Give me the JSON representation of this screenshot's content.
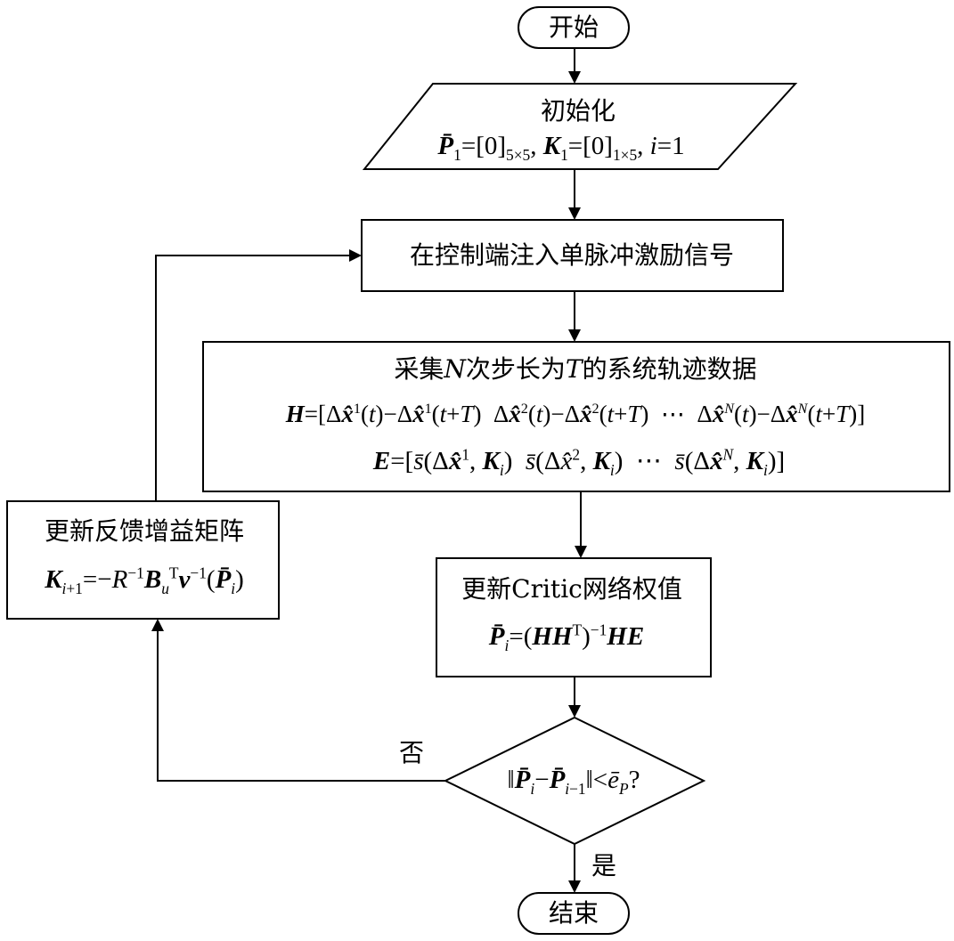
{
  "nodes": {
    "start": "开始",
    "init_title": "初始化",
    "init_formula": "P̄1=[0]5×5, K1=[0]1×5, i=1",
    "inject": "在控制端注入单脉冲激励信号",
    "collect_title": "采集N次步长为T的系统轨迹数据",
    "collect_h": "H=[Δx̂1(t)−Δx̂1(t+T)  Δx̂2(t)−Δx̂2(t+T)  ⋯  Δx̂N(t)−Δx̂N(t+T)]",
    "collect_e": "E=[s̄(Δx̂1, Ki)  s̄(Δx̂2, Ki)  ⋯  s̄(Δx̂N, Ki)]",
    "update_critic_title": "更新Critic网络权值",
    "update_critic_formula": "P̄i=(HHT)−1HE",
    "decision": "‖P̄i−P̄i−1‖<ēP?",
    "update_gain_title": "更新反馈增益矩阵",
    "update_gain_formula": "Ki+1=−R−1BuTν−1(P̄i)",
    "end": "结束"
  },
  "edges": {
    "no_label": "否",
    "yes_label": "是"
  }
}
